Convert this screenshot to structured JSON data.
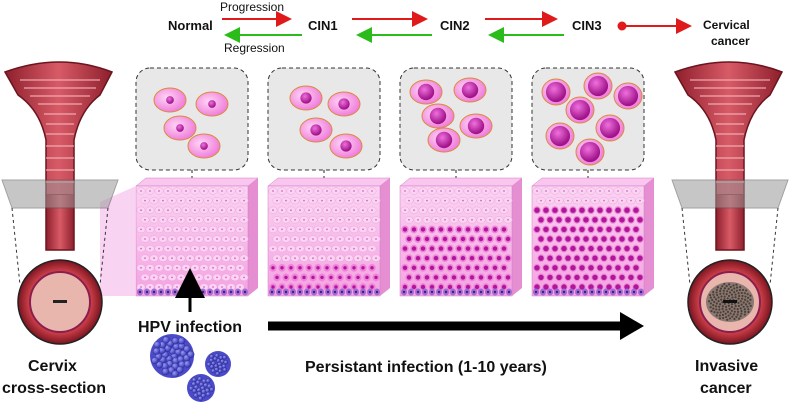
{
  "stages": {
    "normal": "Normal",
    "cin1": "CIN1",
    "cin2": "CIN2",
    "cin3": "CIN3",
    "cancer_line1": "Cervical",
    "cancer_line2": "cancer"
  },
  "arrows": {
    "progression": "Progression",
    "regression": "Regression"
  },
  "labels": {
    "hpv": "HPV infection",
    "persistent": "Persistant infection (1-10 years)",
    "cervix_line1": "Cervix",
    "cervix_line2": "cross-section",
    "invasive_line1": "Invasive",
    "invasive_line2": "cancer"
  },
  "colors": {
    "red_arrow": "#e01a1a",
    "green_arrow": "#2bbb1a",
    "tissue": "#f4a6e3",
    "nucleus": "#c41ea9",
    "uterus": "#c23b4a",
    "virus": "#5b5bd6"
  }
}
